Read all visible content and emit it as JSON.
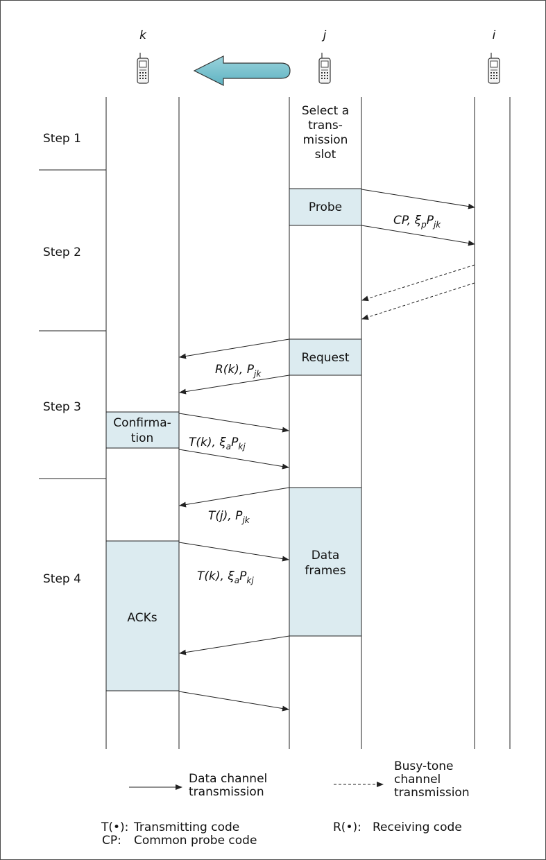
{
  "nodes": {
    "k": "k",
    "j": "j",
    "i": "i"
  },
  "steps": [
    "Step 1",
    "Step 2",
    "Step 3",
    "Step 4"
  ],
  "boxes": {
    "select_lines": [
      "Select a",
      "trans-",
      "mission",
      "slot"
    ],
    "probe": "Probe",
    "request": "Request",
    "confirmation_lines": [
      "Confirma-",
      "tion"
    ],
    "data_frames_lines": [
      "Data",
      "frames"
    ],
    "acks": "ACKs"
  },
  "message_labels": {
    "probe_code": {
      "main": "CP, ξ",
      "sub1": "p",
      "mid": "P",
      "sub2": "jk"
    },
    "request_code": {
      "main": "R(k), P",
      "sub": "jk"
    },
    "confirm_code": {
      "main": "T(k), ξ",
      "sub1": "a",
      "mid": "P",
      "sub2": "kj"
    },
    "data_code_j": {
      "main": "T(j), P",
      "sub": "jk"
    },
    "data_code_k": {
      "main": "T(k), ξ",
      "sub1": "a",
      "mid": "P",
      "sub2": "kj"
    }
  },
  "legend": {
    "data_lines": [
      "Data channel",
      "transmission"
    ],
    "busy_lines": [
      "Busy-tone",
      "channel",
      "transmission"
    ],
    "t_symbol": "T(•):",
    "t_text": "Transmitting code",
    "r_symbol": "R(•):",
    "r_text": "Receiving code",
    "cp_symbol": "CP:",
    "cp_text": "Common probe code"
  },
  "colors": {
    "box_fill": "#dcebf0",
    "arrow_fill": "#7cc3cf"
  }
}
